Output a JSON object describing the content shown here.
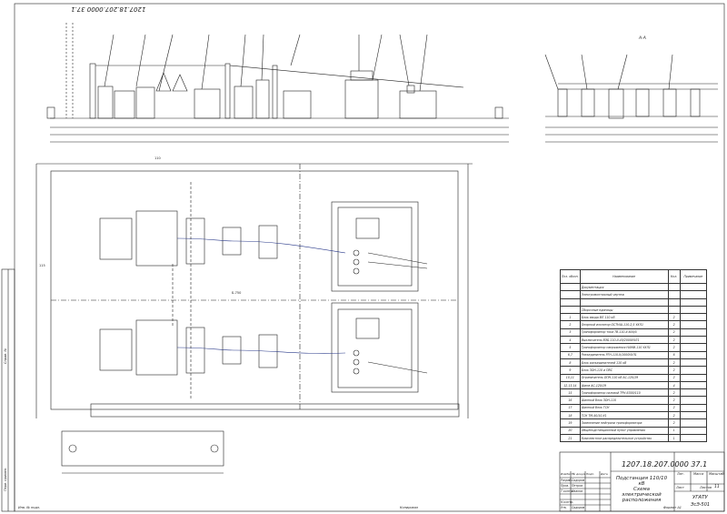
{
  "drawing": {
    "code": "1207.18.207.0000 37.1",
    "rotated_code": "1207.18.207.0000 37.1",
    "title_lines": [
      "Подстанция 110/10 кВ",
      "Схема электрической",
      "расположения"
    ],
    "sheet": "11",
    "organization": [
      "УГАТУ",
      "ЭсЭ-501"
    ],
    "section_label": "А-А"
  },
  "spec_table": {
    "headers": [
      "Поз. обозн.",
      "Наименование",
      "Кол.",
      "Примечание"
    ],
    "rows": [
      {
        "pos": "",
        "name": "Документация",
        "qty": "",
        "note": ""
      },
      {
        "pos": "",
        "name": "Электромонтажный чертеж",
        "qty": "",
        "note": ""
      },
      {
        "pos": "",
        "name": "",
        "qty": "",
        "note": ""
      },
      {
        "pos": "",
        "name": "Сборочные единицы",
        "qty": "",
        "note": ""
      },
      {
        "pos": "1",
        "name": "Блок ввода ВЛ 110 кВ",
        "qty": "2",
        "note": ""
      },
      {
        "pos": "2",
        "name": "Опорный изолятор ОСТНШ-110-2,5 УХЛ1",
        "qty": "2",
        "note": ""
      },
      {
        "pos": "3",
        "name": "Трансформатор тока ТВ-110-II-600/5",
        "qty": "2",
        "note": ""
      },
      {
        "pos": "4",
        "name": "Выключатель ВЭБ-110-II-40/2000УХЛ1",
        "qty": "2",
        "note": ""
      },
      {
        "pos": "5",
        "name": "Трансформатор напряжения НАМИ-110 УХЛ1",
        "qty": "2",
        "note": ""
      },
      {
        "pos": "6,7",
        "name": "Разъединитель РГН-110-II/1000УХЛ1",
        "qty": "6",
        "note": ""
      },
      {
        "pos": "8",
        "name": "Блок разъединителей 110 кВ",
        "qty": "2",
        "note": ""
      },
      {
        "pos": "9",
        "name": "Блок ЗОН-110 и ПВС",
        "qty": "2",
        "note": ""
      },
      {
        "pos": "10,11",
        "name": "Ограничитель ОПН-110 кВ АС-120/19",
        "qty": "2",
        "note": ""
      },
      {
        "pos": "12,13,14",
        "name": "Шина АС-120/19",
        "qty": "4",
        "note": ""
      },
      {
        "pos": "15",
        "name": "Трансформатор силовой ТРН-6300/110",
        "qty": "2",
        "note": ""
      },
      {
        "pos": "16",
        "name": "Шинный блок ЗОН-110",
        "qty": "2",
        "note": ""
      },
      {
        "pos": "17",
        "name": "Шинный блок ТСН",
        "qty": "2",
        "note": ""
      },
      {
        "pos": "18",
        "name": "ТСН ТМ-40/10-У1",
        "qty": "2",
        "note": ""
      },
      {
        "pos": "19",
        "name": "Заземление нейтрали трансформатора",
        "qty": "2",
        "note": ""
      },
      {
        "pos": "20",
        "name": "Общеподстанционный пункт управления",
        "qty": "1",
        "note": ""
      },
      {
        "pos": "21",
        "name": "Комплектное распределительное устройство",
        "qty": "1",
        "note": ""
      }
    ]
  },
  "title_block": {
    "roles": [
      "Разраб.",
      "Пров.",
      "Т.контр.",
      "Н.контр.",
      "Утв."
    ],
    "names": [
      "Сидоров",
      "Петров",
      "Иванов",
      "",
      "Сидоров"
    ],
    "cols": [
      "Изм",
      "Лист",
      "№ докум.",
      "Подп.",
      "Дата"
    ],
    "lit_headers": [
      "Лит.",
      "Масса",
      "Масштаб"
    ],
    "sheet_label": "Лист",
    "sheets_label": "Листов"
  },
  "margin_labels": {
    "left_vertical": [
      "Перв. примен.",
      "Справ. №"
    ],
    "bottom_left": "Инв. № подл.",
    "bottom_center": "Копировал",
    "bottom_right": "Формат А1"
  },
  "plan_labels": {
    "center_mark": "Б-750",
    "left_dim": "115",
    "top_dim": "110"
  }
}
